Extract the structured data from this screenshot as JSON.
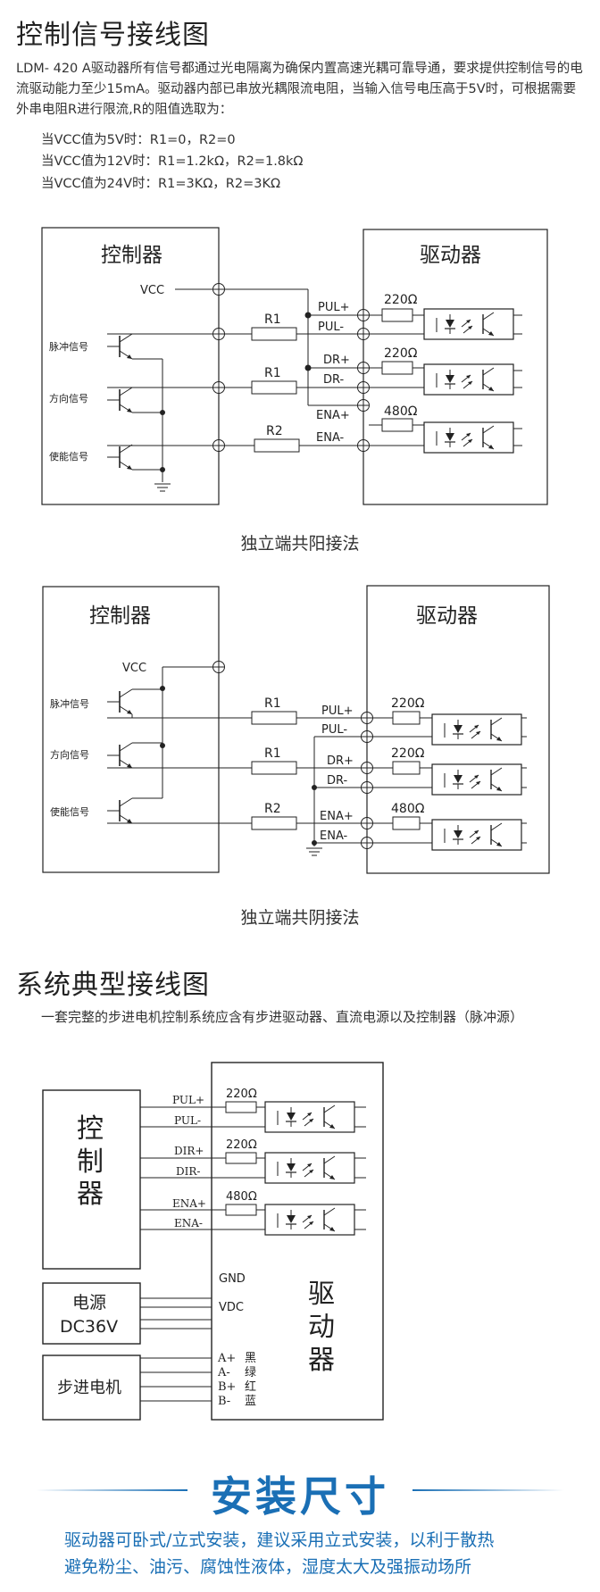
{
  "section1": {
    "title": "控制信号接线图",
    "para1": "LDM- 420 A驱动器所有信号都通过光电隔离为确保内置高速光耦可靠导通，要求提供控制信号的电流驱动能力至少15mA。驱动器内部已串放光耦限流电阻，当输入信号电压高于5V时，可根据需要外串电阻R进行限流,R的阻值选取为：",
    "vcc5": "当VCC值为5V时：R1=0，R2=0",
    "vcc12": "当VCC值为12V时：R1=1.2kΩ，R2=1.8kΩ",
    "vcc24": "当VCC值为24V时：R1=3KΩ，R2=3KΩ"
  },
  "diagram_common": {
    "controller": "控制器",
    "driver": "驱动器",
    "vcc": "VCC",
    "pulse_signal": "脉冲信号",
    "direction_signal": "方向信号",
    "enable_signal": "使能信号",
    "r1": "R1",
    "r2": "R2",
    "pul_plus": "PUL+",
    "pul_minus": "PUL-",
    "dr_plus": "DR+",
    "dr_minus": "DR-",
    "ena_plus": "ENA+",
    "ena_minus": "ENA-",
    "res220": "220Ω",
    "res480": "480Ω"
  },
  "diagram1": {
    "caption": "独立端共阳接法"
  },
  "diagram2": {
    "caption": "独立端共阴接法"
  },
  "section2": {
    "title": "系统典型接线图",
    "desc": "一套完整的步进电机控制系统应含有步进驱动器、直流电源以及控制器（脉冲源）"
  },
  "system": {
    "controller_chars": [
      "控",
      "制",
      "器"
    ],
    "driver_chars": [
      "驱",
      "动",
      "器"
    ],
    "power_line1": "电源",
    "power_line2": "DC36V",
    "motor": "步进电机",
    "pul_plus": "PUL+",
    "pul_minus": "PUL-",
    "dir_plus": "DIR+",
    "dir_minus": "DIR-",
    "ena_plus": "ENA+",
    "ena_minus": "ENA-",
    "res220": "220Ω",
    "res480": "480Ω",
    "gnd": "GND",
    "vdc": "VDC",
    "a_plus": "A+",
    "a_minus": "A-",
    "b_plus": "B+",
    "b_minus": "B-",
    "black": "黑",
    "green": "绿",
    "red": "红",
    "blue": "蓝"
  },
  "install": {
    "title": "安装尺寸",
    "line1": "驱动器可卧式/立式安装，建议采用立式安装，以利于散热",
    "line2": "避免粉尘、油污、腐蚀性液体，湿度太大及强振动场所",
    "accent_color": "#1a6fb5"
  }
}
